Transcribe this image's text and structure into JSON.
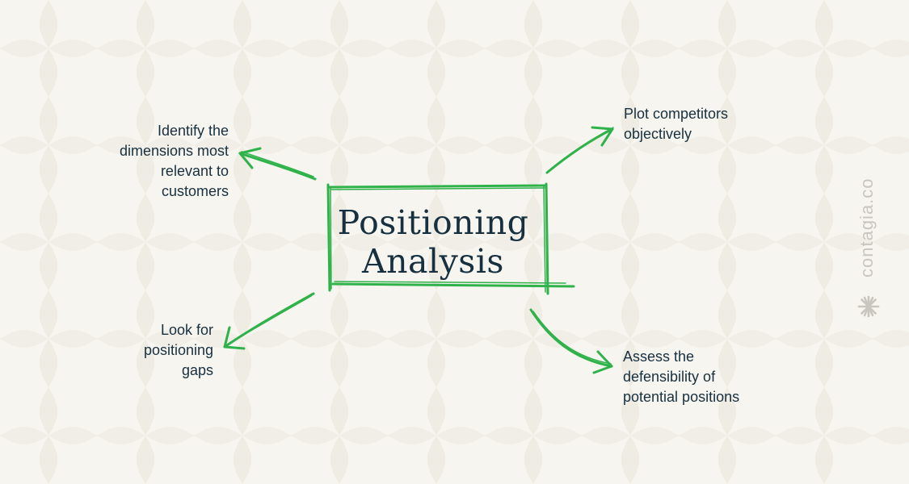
{
  "diagram": {
    "title_lines": [
      "Positioning",
      "Analysis"
    ],
    "branches": [
      {
        "id": "top-left",
        "lines": [
          "Identify the",
          "dimensions most",
          "relevant to",
          "customers"
        ]
      },
      {
        "id": "top-right",
        "lines": [
          "Plot competitors",
          "objectively"
        ]
      },
      {
        "id": "bottom-left",
        "lines": [
          "Look for",
          "positioning",
          "gaps"
        ]
      },
      {
        "id": "bottom-right",
        "lines": [
          "Assess the",
          "defensibility of",
          "potential positions"
        ]
      }
    ],
    "accent_color": "#2fb24a",
    "text_color": "#17303f",
    "background_color": "#f7f5ef"
  },
  "brand": {
    "name": "contagia.co",
    "icon": "asterisk-logo-icon"
  }
}
